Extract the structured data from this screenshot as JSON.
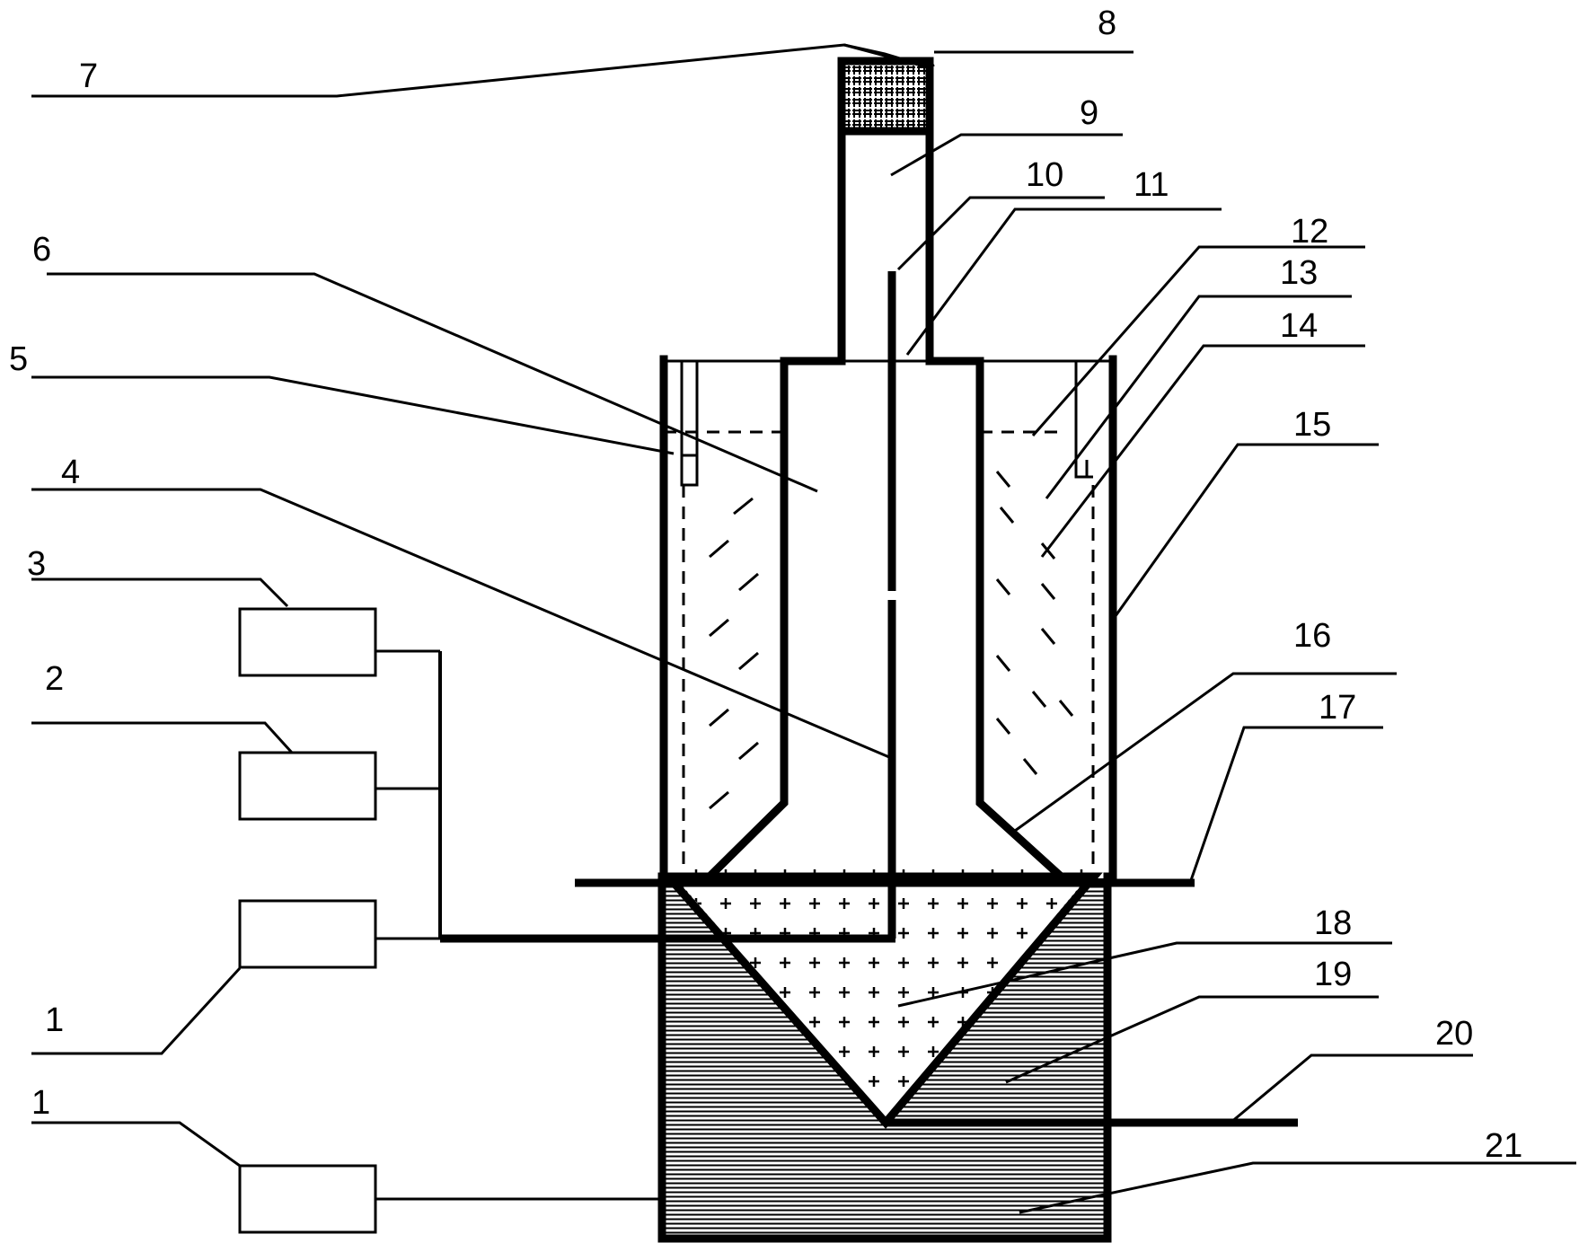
{
  "labels": {
    "l1a": "1",
    "l1b": "1",
    "l2": "2",
    "l3": "3",
    "l4": "4",
    "l5": "5",
    "l6": "6",
    "l7": "7",
    "l8": "8",
    "l9": "9",
    "l10": "10",
    "l11": "11",
    "l12": "12",
    "l13": "13",
    "l14": "14",
    "l15": "15",
    "l16": "16",
    "l17": "17",
    "l18": "18",
    "l19": "19",
    "l20": "20",
    "l21": "21"
  },
  "colors": {
    "line": "#000000",
    "background": "#ffffff"
  }
}
